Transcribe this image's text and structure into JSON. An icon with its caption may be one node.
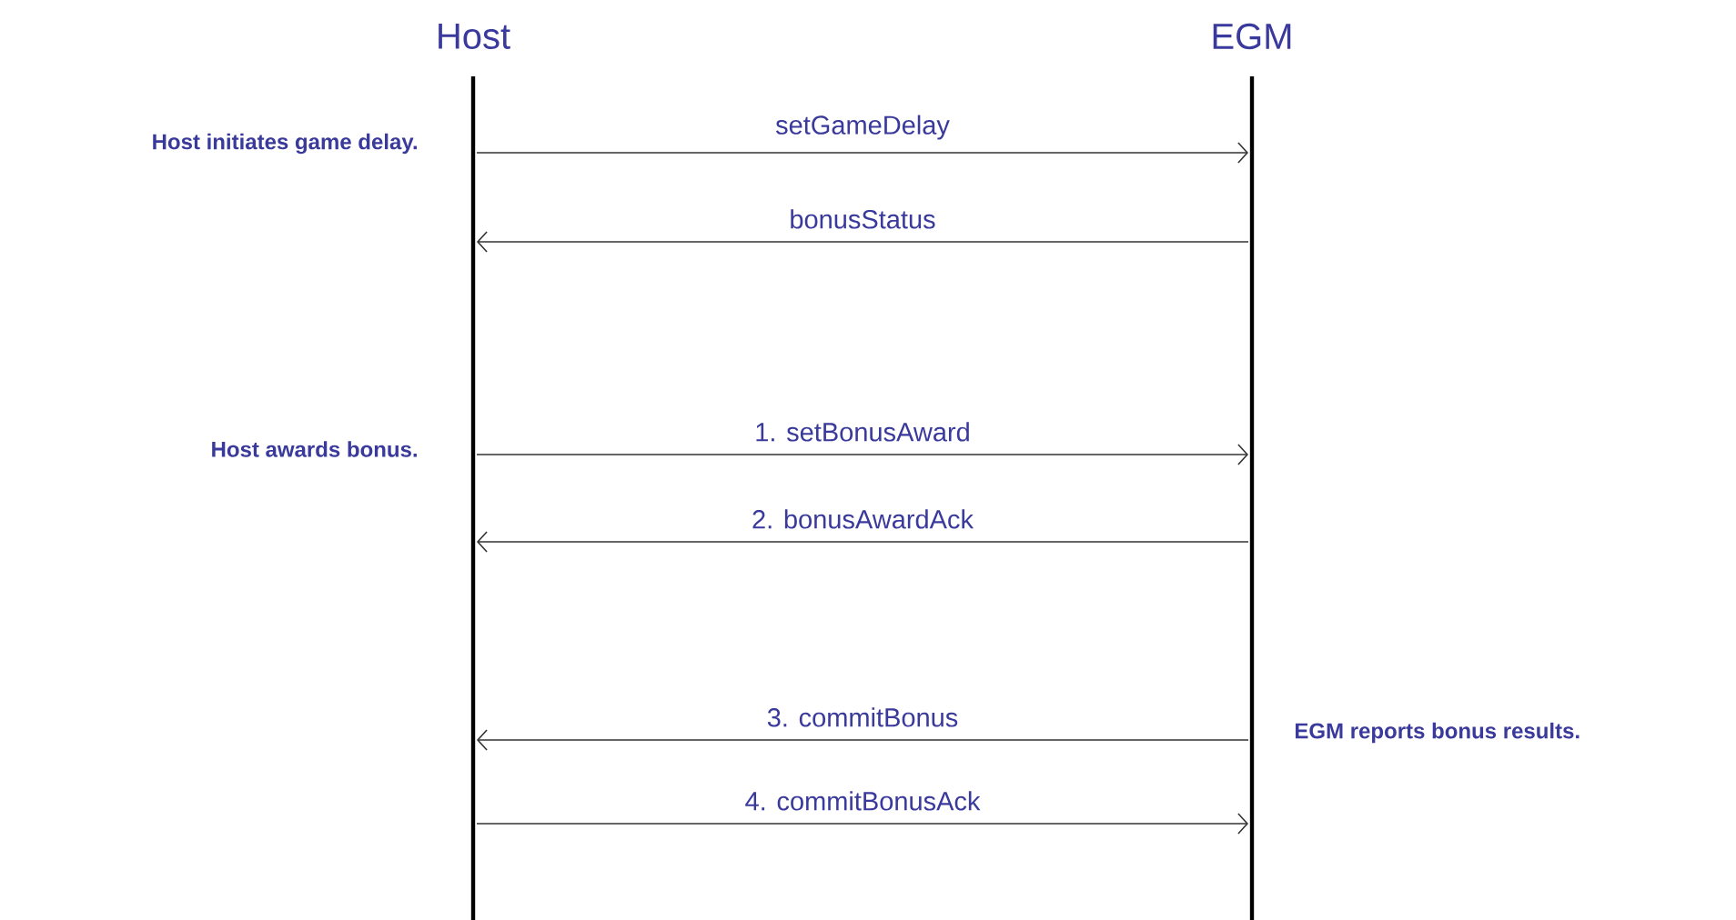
{
  "diagram": {
    "nodes": [
      {
        "text": [
          "Host"
        ]
      },
      {
        "text": [
          "EGM"
        ]
      }
    ],
    "edges": [
      {
        "from": 0,
        "to": 1,
        "arrow": "to",
        "label": "setGameDelay"
      },
      {
        "from": 1,
        "to": 0,
        "arrow": "to",
        "label": "bonusStatus"
      },
      {
        "from": 0,
        "to": 1,
        "arrow": "to",
        "label": "1. setBonusAward"
      },
      {
        "from": 1,
        "to": 0,
        "arrow": "to",
        "label": "2. bonusAwardAck"
      },
      {
        "from": 1,
        "to": 0,
        "arrow": "to",
        "label": "3. commitBonus"
      },
      {
        "from": 0,
        "to": 1,
        "arrow": "to",
        "label": "4. commitBonusAck"
      }
    ],
    "labels": [
      "Host initiates game delay.",
      "Host awards bonus.",
      "EGM reports bonus results."
    ]
  }
}
